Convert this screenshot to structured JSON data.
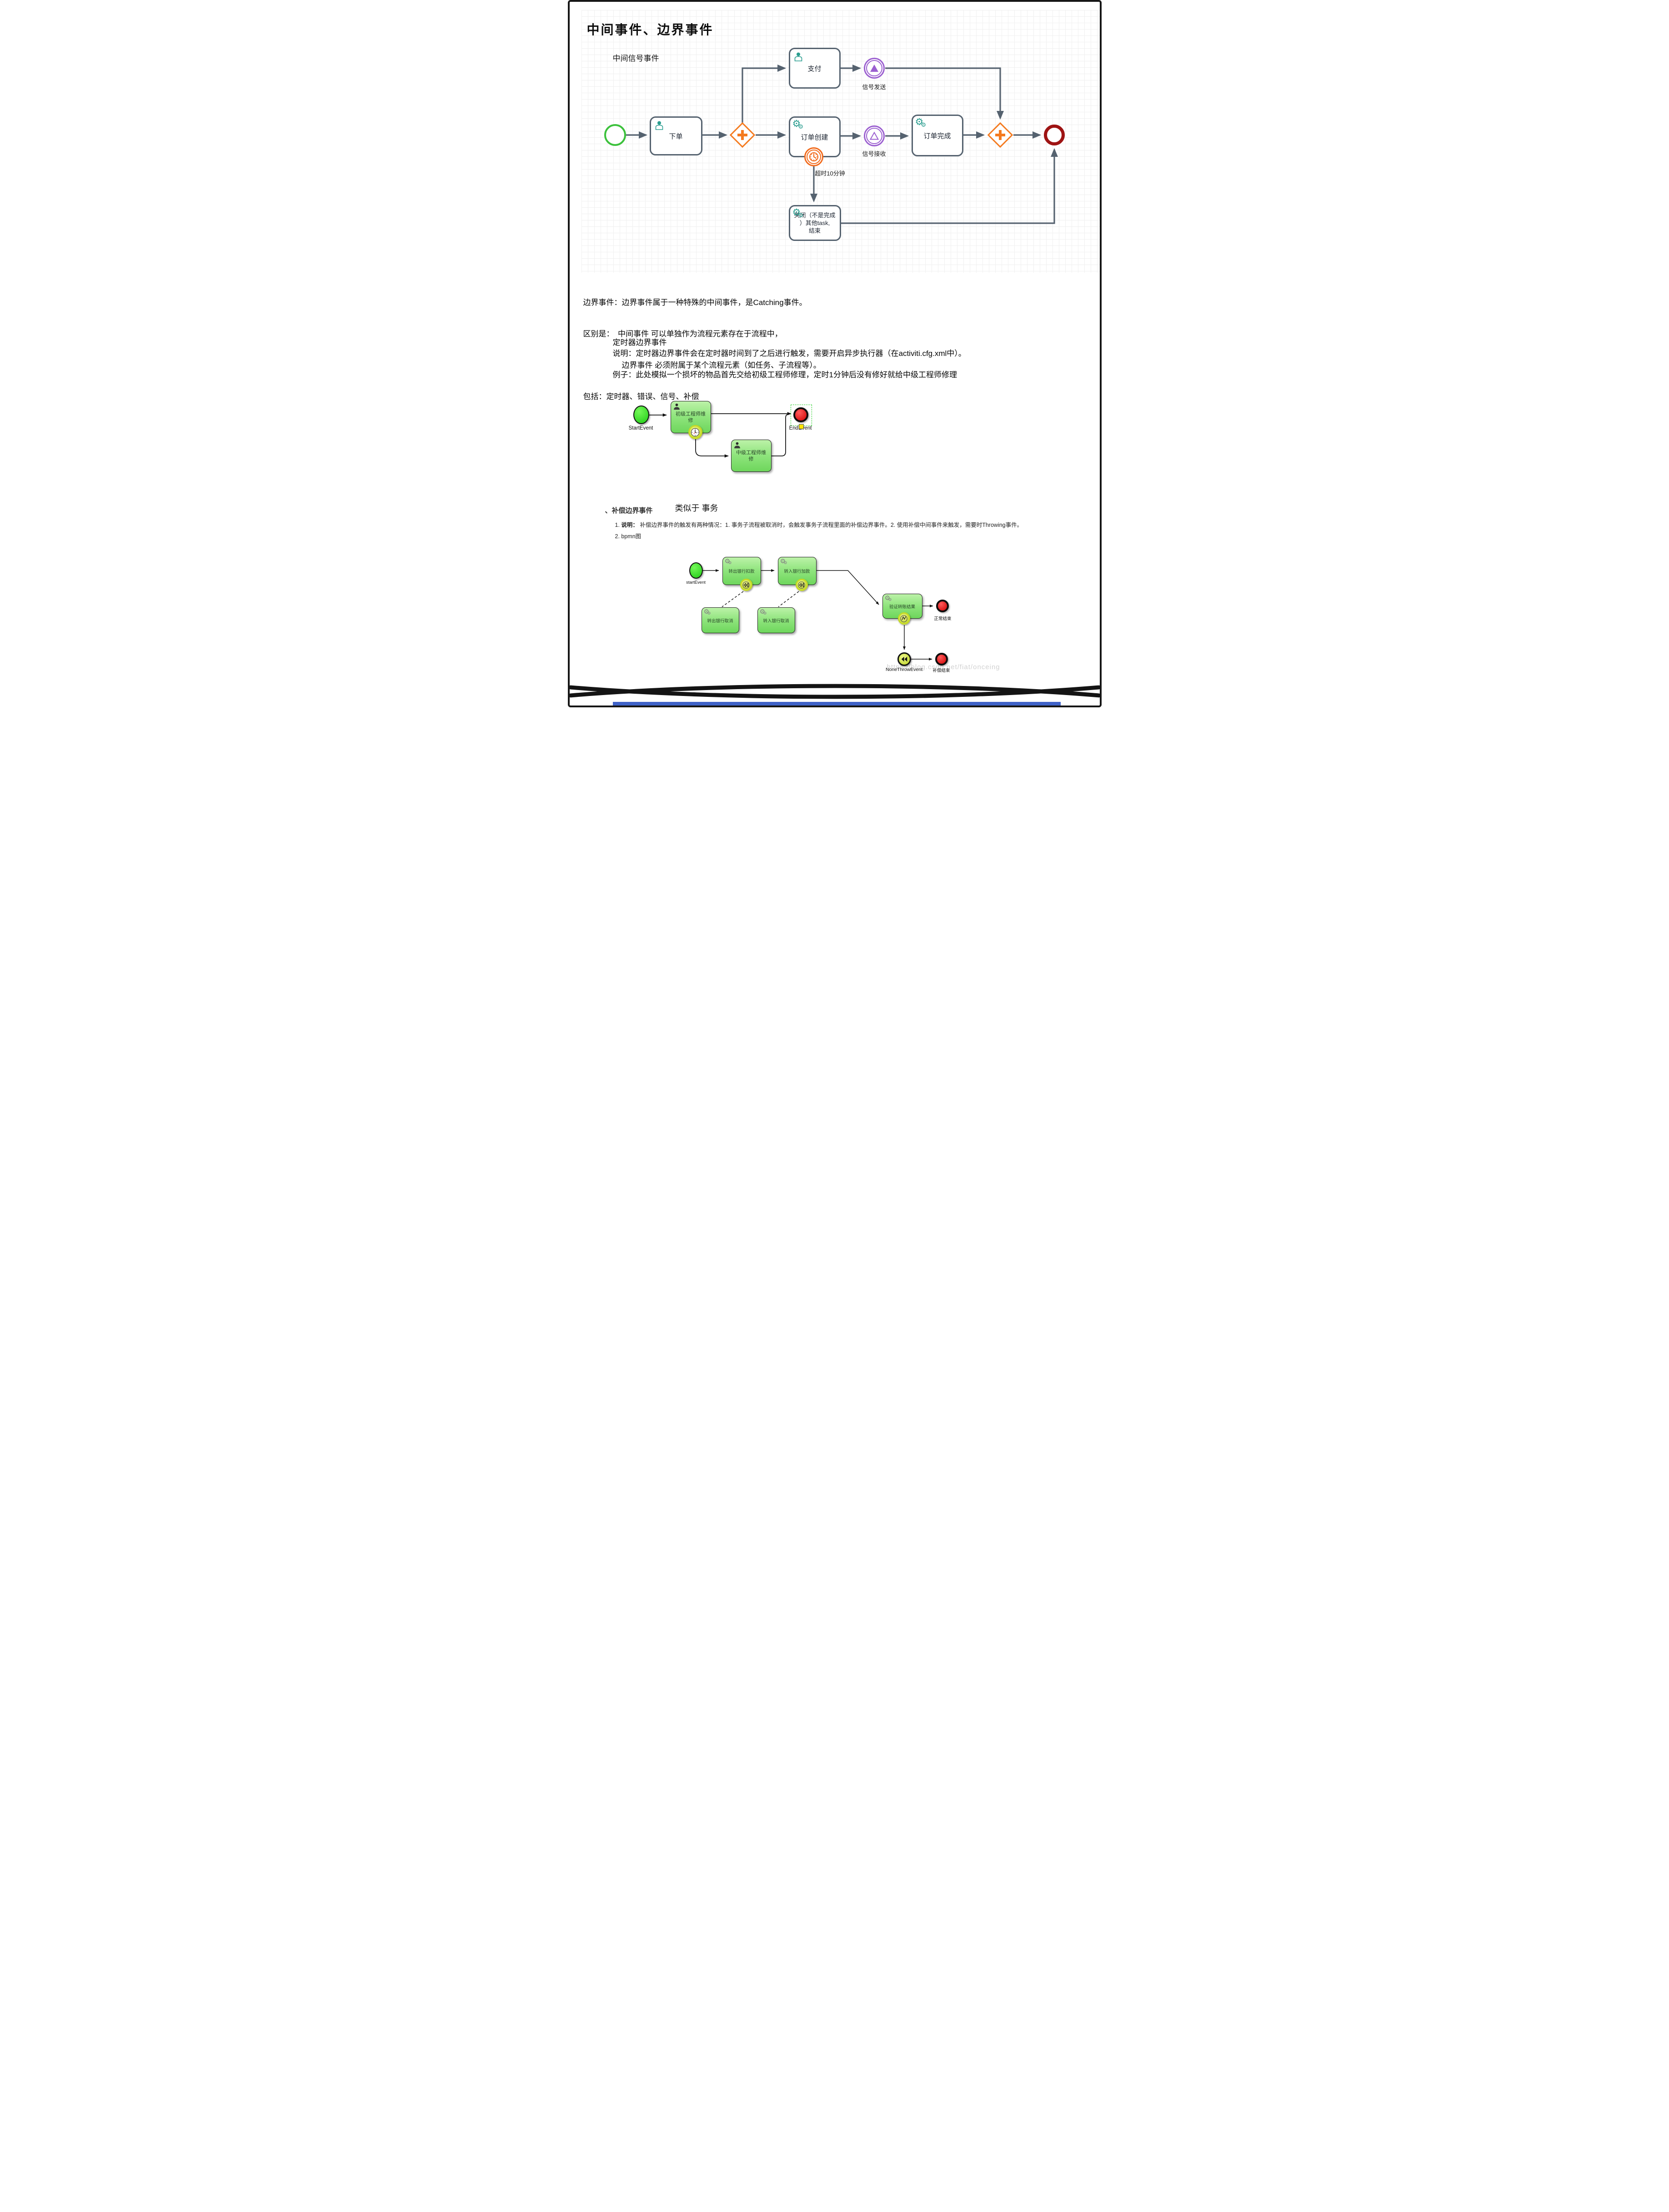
{
  "colors": {
    "slate": "#55626f",
    "gateway_orange": "#f47b20",
    "teal": "#2a9d8f",
    "signal_purple": "#9b5fd0",
    "timer_orange": "#f26a1b",
    "start_green": "#3cc13c",
    "end_dark_red": "#9e1313",
    "bpmn_green": "#8ee47c",
    "event_ring_yellow": "#c6da25",
    "end_red": "#cf0202",
    "blue_bar": "#3f62c8"
  },
  "page": {
    "title": "中间事件、边界事件"
  },
  "signal_diagram": {
    "label": "中间信号事件",
    "task_place_order": "下单",
    "task_pay": "支付",
    "task_order_create": "订单创建",
    "task_order_done": "订单完成",
    "task_close_line1": "关闭（不是完成",
    "task_close_line2": "）其他task,",
    "task_close_line3": "结束",
    "label_signal_throw": "信号发送",
    "label_signal_catch": "信号接收",
    "label_timer": "超时10分钟"
  },
  "notes": {
    "line1": "边界事件：边界事件属于一种特殊的中间事件，是Catching事件。",
    "line2": "区别是：　中间事件 可以单独作为流程元素存在于流程中，",
    "line3": "　　　　　边界事件 必须附属于某个流程元素（如任务、子流程等）。",
    "line4": "包括：定时器、错误、信号、补偿"
  },
  "timer_section": {
    "heading": "定时器边界事件",
    "desc": "说明：定时器边界事件会在定时器时间到了之后进行触发，需要开启异步执行器（在activiti.cfg.xml中）。",
    "example": "例子：此处模拟一个损坏的物品首先交给初级工程师修理，定时1分钟后没有修好就给中级工程师修理"
  },
  "timer_diagram": {
    "start_label": "StartEvent",
    "end_label": "EndEvent",
    "task_junior_line1": "初级工程师维",
    "task_junior_line2": "修",
    "task_mid_line1": "中级工程师维",
    "task_mid_line2": "修"
  },
  "comp_section": {
    "heading": "、补偿边界事件",
    "subtitle": "类似于 事务",
    "item1_num": "1.",
    "item1_bold": "说明：",
    "item1_text": "补偿边界事件的触发有两种情况：1. 事务子流程被取消时，会触发事务子流程里面的补偿边界事件。2. 使用补偿中间事件来触发，需要时Throwing事件。",
    "item2": "2. bpmn图"
  },
  "comp_diagram": {
    "start_label": "startEvent",
    "task_debit": "转出银行扣款",
    "task_credit": "转入银行加款",
    "task_debit_cancel": "转出银行取消",
    "task_credit_cancel": "转入银行取消",
    "task_verify": "验证转账结果",
    "end_normal_label": "正常结束",
    "none_throw_label": "NoneThrowEvent",
    "end_comp_label": "补偿结束",
    "watermark": "https://blog.csdn.net/fiat/onceing"
  }
}
